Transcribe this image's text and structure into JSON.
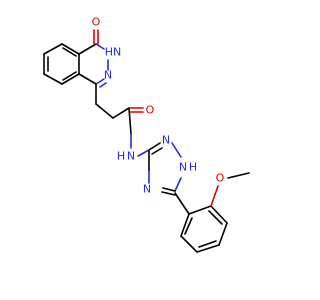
{
  "molecule": {
    "colors": {
      "carbon_bond": "#000000",
      "nitrogen": "#2a2adc",
      "oxygen": "#e00000",
      "background": "#ffffff"
    },
    "labels": {
      "phthalazinone_oxygen": "O",
      "phthalazinone_nh": "HN",
      "phthalazinone_n": "N",
      "amide_oxygen": "O",
      "amide_n": "N",
      "amide_h": "H",
      "triazole_n_top": "N",
      "triazole_nh": "N",
      "triazole_nh_h": "H",
      "triazole_n_bottom": "N",
      "methoxy_oxygen": "O"
    }
  }
}
